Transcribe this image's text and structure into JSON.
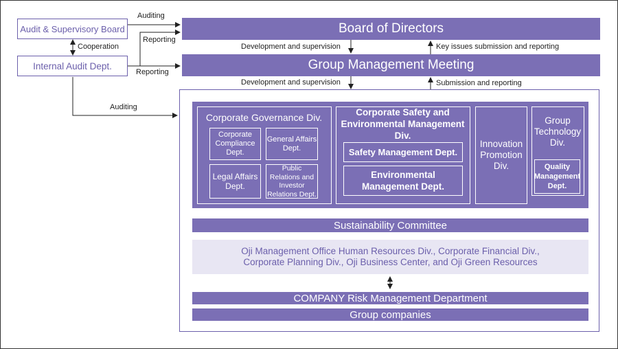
{
  "nodes": {
    "audit_board": "Audit & Supervisory Board",
    "internal_audit": "Internal Audit Dept.",
    "board": "Board of Directors",
    "gmm": "Group Management Meeting",
    "corp_gov": "Corporate Governance Div.",
    "compliance": "Corporate Compliance Dept.",
    "general_affairs": "General Affairs Dept.",
    "legal_affairs": "Legal Affairs Dept.",
    "pr_ir": "Public Relations and Investor Relations Dept.",
    "corp_safety": "Corporate Safety and Environmental Management Div.",
    "safety_mgmt": "Safety Management Dept.",
    "env_mgmt": "Environmental Management Dept.",
    "innovation": "Innovation Promotion Div.",
    "group_tech": "Group Technology Div.",
    "quality_mgmt": "Quality Management Dept.",
    "sustainability": "Sustainability Committee",
    "oji_mgmt": "Oji Management Office Human Resources Div., Corporate Financial Div., Corporate Planning Div., Oji Business Center, and Oji Green Resources",
    "risk_mgmt": "COMPANY Risk Management Department",
    "group_companies": "Group companies"
  },
  "edges": {
    "auditing_top": "Auditing",
    "cooperation": "Cooperation",
    "reporting_top": "Reporting",
    "reporting_mid": "Reporting",
    "dev_sup_1": "Development and supervision",
    "key_issues": "Key issues submission and reporting",
    "dev_sup_2": "Development and supervision",
    "submission": "Submission and reporting",
    "auditing_bottom": "Auditing"
  },
  "colors": {
    "accent": "#7b6fb5",
    "outline": "#6b5fab",
    "light_panel": "#e8e6f3"
  }
}
